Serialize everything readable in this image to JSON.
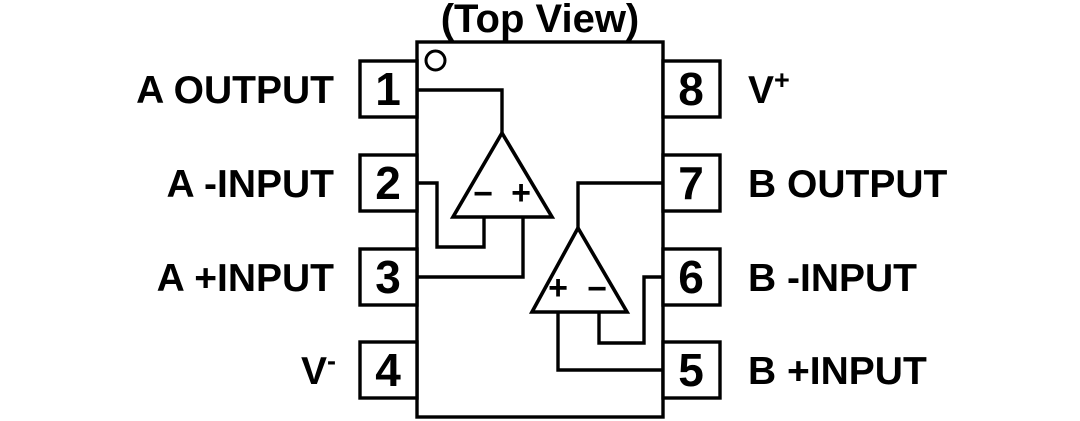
{
  "title": "(Top View)",
  "package": {
    "type": "8-pin IC, top view",
    "left_pins": [
      {
        "number": "1",
        "label": "A OUTPUT"
      },
      {
        "number": "2",
        "label": "A -INPUT"
      },
      {
        "number": "3",
        "label": "A +INPUT"
      },
      {
        "number": "4",
        "label": "V",
        "label_sup": "-"
      }
    ],
    "right_pins": [
      {
        "number": "8",
        "label": "V",
        "label_sup": "+"
      },
      {
        "number": "7",
        "label": "B OUTPUT"
      },
      {
        "number": "6",
        "label": "B -INPUT"
      },
      {
        "number": "5",
        "label": "B +INPUT"
      }
    ]
  },
  "opamps": {
    "a": {
      "minus": "−",
      "plus": "+"
    },
    "b": {
      "plus": "+",
      "minus": "−"
    }
  },
  "colors": {
    "line": "#000000",
    "background": "#ffffff",
    "text": "#000000"
  }
}
